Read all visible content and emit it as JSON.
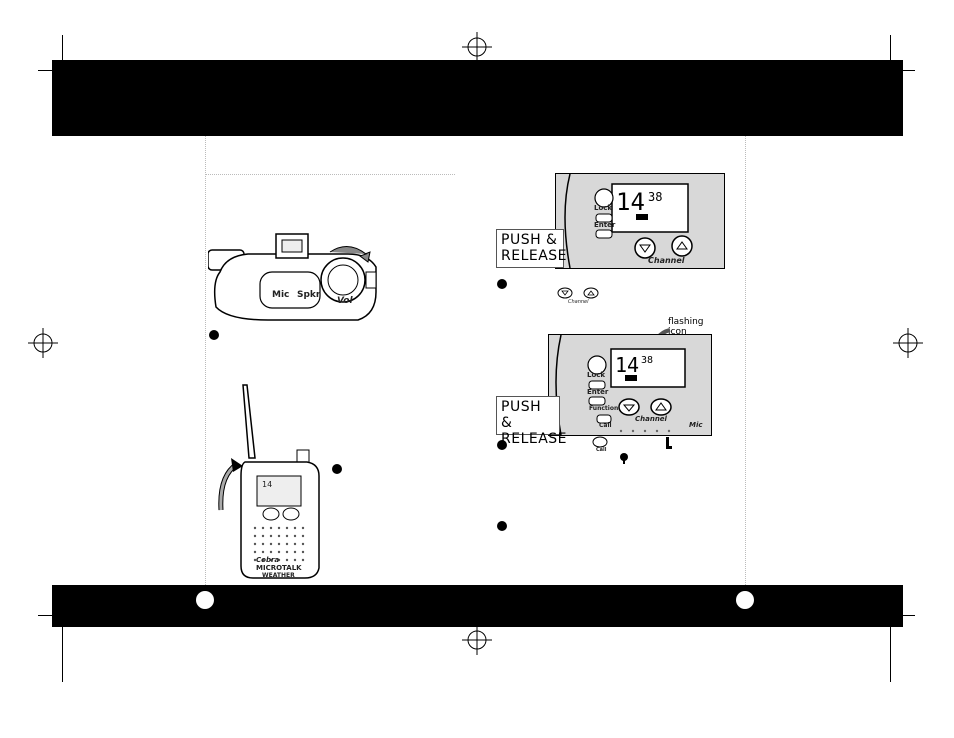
{
  "callouts": {
    "push_release_1": [
      "PUSH &",
      "RELEASE"
    ],
    "push_release_2": [
      "PUSH &",
      "RELEASE"
    ],
    "flashing_icon": [
      "flashing",
      "icon"
    ]
  },
  "radio_labels": {
    "mic": "Mic",
    "spkr": "Spkr",
    "vol": "Vol",
    "lock": "Lock",
    "enter": "Enter",
    "function": "Function",
    "channel": "Channel",
    "call": "Call",
    "lcd_time": "14",
    "lcd_min": "38"
  },
  "brand": {
    "cobra": "Cobra",
    "microtalk": "MICROTALK",
    "weather": "WEATHER"
  }
}
